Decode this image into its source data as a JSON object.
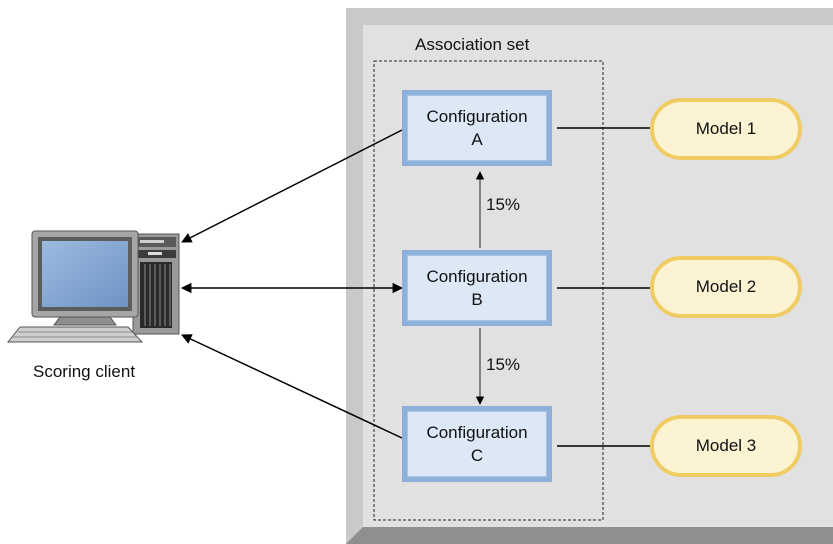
{
  "association_set": {
    "title": "Association set"
  },
  "client": {
    "label": "Scoring client"
  },
  "configurations": [
    {
      "name": "Configuration",
      "letter": "A"
    },
    {
      "name": "Configuration",
      "letter": "B"
    },
    {
      "name": "Configuration",
      "letter": "C"
    }
  ],
  "models": [
    {
      "label": "Model 1"
    },
    {
      "label": "Model 2"
    },
    {
      "label": "Model 3"
    }
  ],
  "splits": [
    {
      "label": "15%"
    },
    {
      "label": "15%"
    }
  ],
  "colors": {
    "panel_face": "#e1e1e1",
    "panel_bevel_light": "#c4c4c4",
    "panel_bevel_dark": "#a3a3a3",
    "config_fill": "#dde8f6",
    "config_border": "#8fb0d8",
    "model_fill": "#fcf3d3",
    "model_border": "#f0cc64"
  }
}
